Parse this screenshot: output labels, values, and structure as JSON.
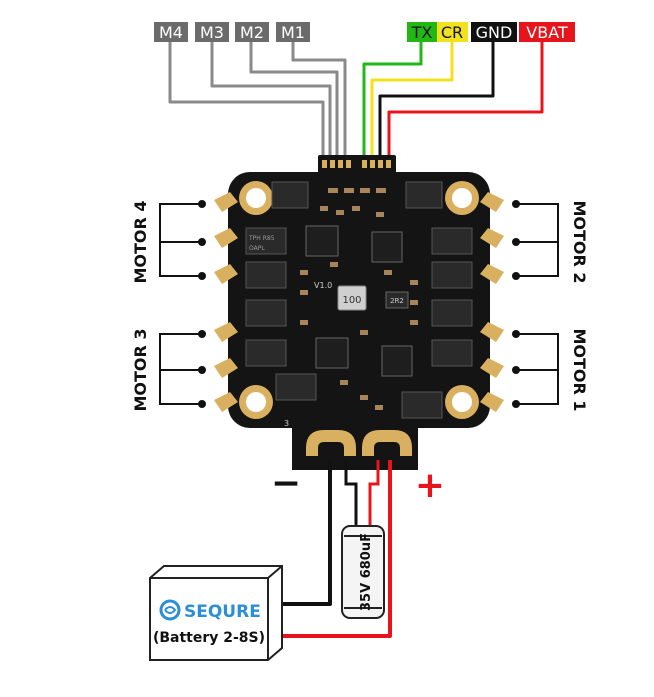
{
  "signal_labels": {
    "m4": "M4",
    "m3": "M3",
    "m2": "M2",
    "m1": "M1",
    "tx": "TX",
    "cr": "CR",
    "gnd": "GND",
    "vbat": "VBAT"
  },
  "motor_labels": {
    "motor4": "MOTOR 4",
    "motor3": "MOTOR 3",
    "motor2": "MOTOR 2",
    "motor1": "MOTOR 1"
  },
  "board": {
    "inductor_marking": "100",
    "silk_v": "V1.0",
    "silk_2r2": "2R2",
    "silk_3": "3",
    "chip_text": "TPH R85",
    "chip_text2": "OAPL"
  },
  "polarity": {
    "minus": "−",
    "plus": "+"
  },
  "capacitor": {
    "voltage": "35V",
    "capacitance": "680uF"
  },
  "battery": {
    "brand": "SEQURE",
    "label": "(Battery 2-8S)"
  },
  "colors": {
    "tx": "#22b814",
    "cr": "#f2e11c",
    "gnd": "#111111",
    "vbat": "#e8141b",
    "signal_label_bg": "#6b6b6b",
    "wire_gray": "#8a8a8a",
    "brand_blue": "#2a8fd6"
  }
}
